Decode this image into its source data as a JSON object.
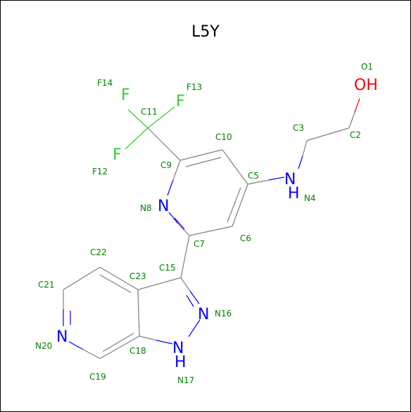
{
  "title": "L5Y",
  "colors": {
    "carbon_bond": "#808080",
    "nitrogen": "#0000ff",
    "oxygen": "#ff0000",
    "fluorine": "#33cc33",
    "label": "#008000",
    "title": "#000000"
  },
  "element_symbols": {
    "f14": "F",
    "f13": "F",
    "f12": "F",
    "o1": "OH",
    "n4": "N",
    "n4h": "H",
    "n8": "N",
    "n16": "N",
    "n17": "N",
    "n17h": "H",
    "n20": "N"
  },
  "atom_labels": {
    "o1": "O1",
    "c2": "C2",
    "c3": "C3",
    "n4": "N4",
    "c5": "C5",
    "c6": "C6",
    "c7": "C7",
    "n8": "N8",
    "c9": "C9",
    "c10": "C10",
    "c11": "C11",
    "f12": "F12",
    "f13": "F13",
    "f14": "F14",
    "c15": "C15",
    "n16": "N16",
    "n17": "N17",
    "c18": "C18",
    "c19": "C19",
    "n20": "N20",
    "c21": "C21",
    "c22": "C22",
    "c23": "C23"
  }
}
